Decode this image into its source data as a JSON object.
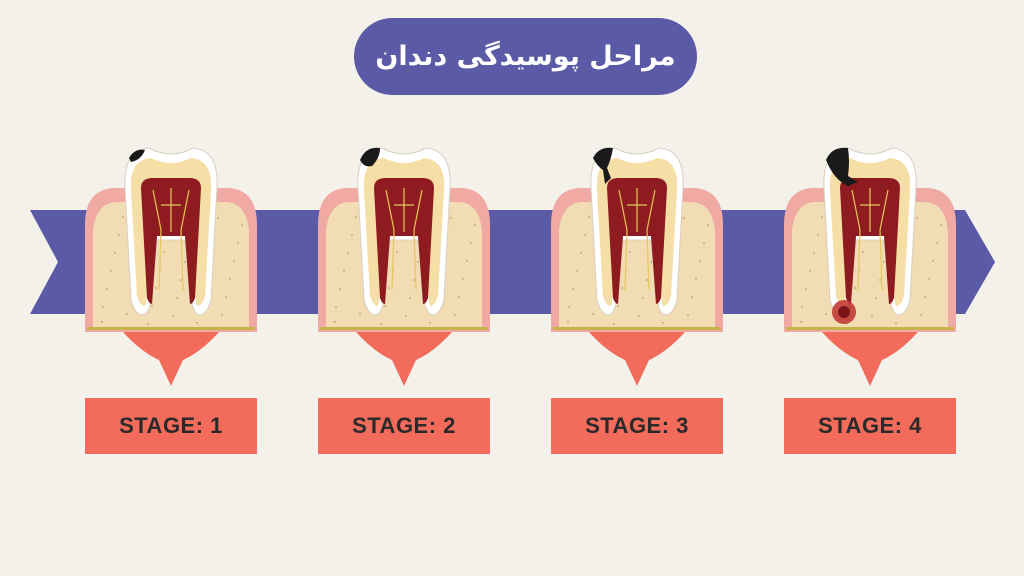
{
  "title": "مراحل پوسیدگی دندان",
  "stages": [
    {
      "label": "STAGE: 1",
      "decay_level": 1
    },
    {
      "label": "STAGE: 2",
      "decay_level": 2
    },
    {
      "label": "STAGE: 3",
      "decay_level": 3
    },
    {
      "label": "STAGE: 4",
      "decay_level": 4
    }
  ],
  "colors": {
    "background": "#f4f1eb",
    "arrow_band": "#5a5aa6",
    "label_box": "#f26b5b",
    "gum": "#f0a9a3",
    "bone": "#f1dcb4",
    "enamel": "#ffffff",
    "dentin": "#f6dfa6",
    "pulp": "#8e1b1f",
    "decay": "#1a1a1a",
    "abscess": "#c0302b"
  }
}
